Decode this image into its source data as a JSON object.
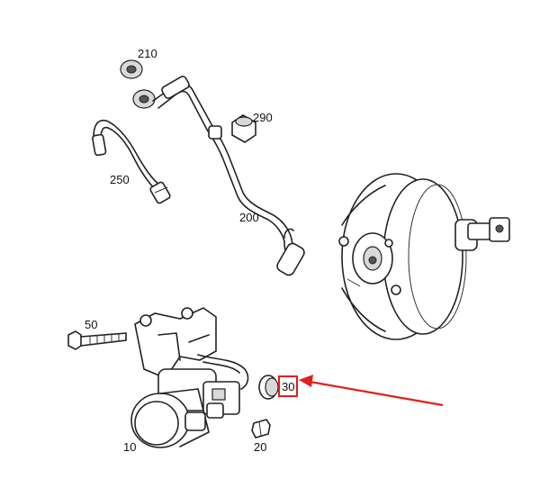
{
  "parts": [
    {
      "id": "210",
      "label": "210"
    },
    {
      "id": "290",
      "label": "290"
    },
    {
      "id": "250",
      "label": "250"
    },
    {
      "id": "200",
      "label": "200"
    },
    {
      "id": "50",
      "label": "50"
    },
    {
      "id": "30",
      "label": "30"
    },
    {
      "id": "10",
      "label": "10"
    },
    {
      "id": "20",
      "label": "20"
    }
  ],
  "highlight": {
    "part": "30",
    "color": "#e0201c"
  },
  "arrow": {
    "color": "#e0201c"
  }
}
